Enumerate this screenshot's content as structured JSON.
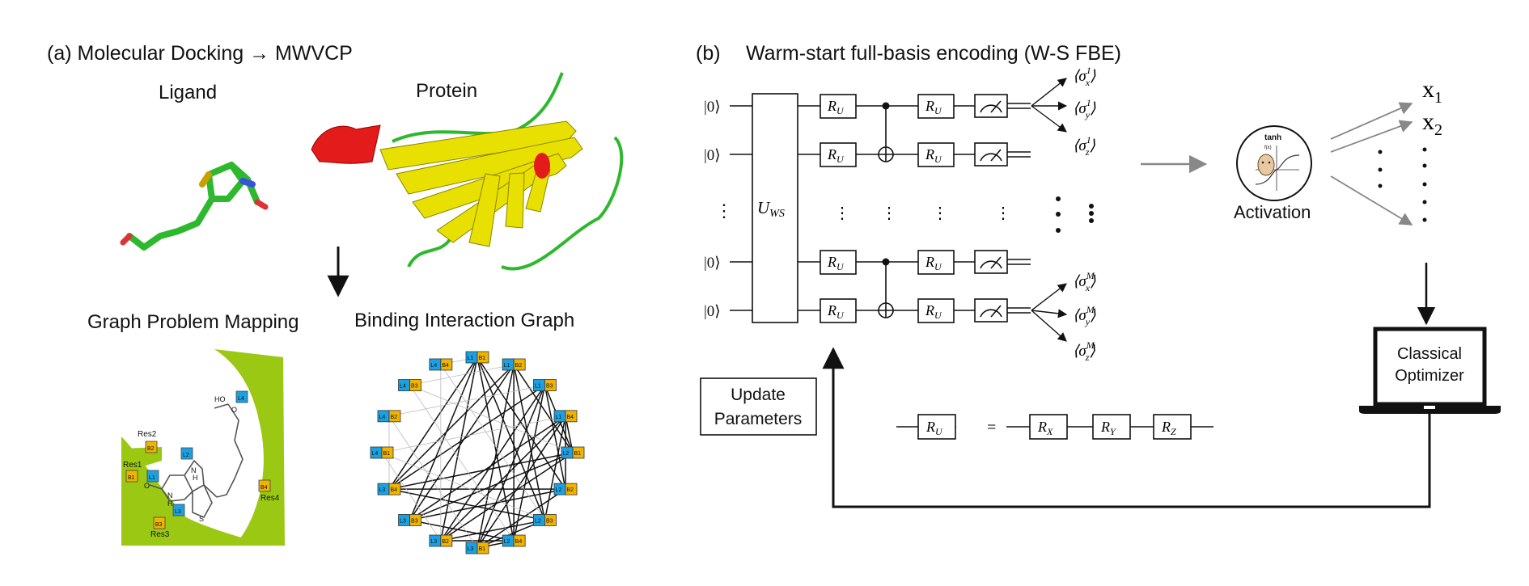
{
  "panel_a": {
    "title": "(a)  Molecular Docking → MWVCP",
    "ligand_label": "Ligand",
    "protein_label": "Protein",
    "graph_mapping_label": "Graph Problem Mapping",
    "binding_graph_label": "Binding Interaction Graph",
    "pocket_residues": [
      "Res2",
      "Res1",
      "Res3",
      "Res4"
    ],
    "pocket_nodes": [
      {
        "l": "L4",
        "b": ""
      },
      {
        "l": "",
        "b": "B2"
      },
      {
        "l": "L2",
        "b": ""
      },
      {
        "l": "L1",
        "b": "B1"
      },
      {
        "l": "L3",
        "b": ""
      },
      {
        "l": "",
        "b": "B3"
      },
      {
        "l": "",
        "b": "B4"
      }
    ],
    "molecule_atoms": [
      "HO",
      "O",
      "N",
      "H",
      "N",
      "H",
      "O",
      "S"
    ],
    "graph_nodes": [
      {
        "l": "L1",
        "b": "B1"
      },
      {
        "l": "L1",
        "b": "B2"
      },
      {
        "l": "L1",
        "b": "B3"
      },
      {
        "l": "L1",
        "b": "B4"
      },
      {
        "l": "L2",
        "b": "B1"
      },
      {
        "l": "L2",
        "b": "B2"
      },
      {
        "l": "L2",
        "b": "B3"
      },
      {
        "l": "L2",
        "b": "B4"
      },
      {
        "l": "L3",
        "b": "B1"
      },
      {
        "l": "L3",
        "b": "B2"
      },
      {
        "l": "L3",
        "b": "B3"
      },
      {
        "l": "L3",
        "b": "B4"
      },
      {
        "l": "L4",
        "b": "B1"
      },
      {
        "l": "L4",
        "b": "B2"
      },
      {
        "l": "L4",
        "b": "B3"
      },
      {
        "l": "L4",
        "b": "B4"
      }
    ],
    "colors": {
      "ligand_node": "#1ba1e2",
      "binding_node": "#f0b400",
      "pocket": "#9bc813",
      "helix": "#e31b1b",
      "sheet": "#e8e000",
      "loop": "#2eb82e"
    }
  },
  "panel_b": {
    "title_tag": "(b)",
    "title": "Warm-start full-basis encoding (W-S FBE)",
    "input_state": "|0⟩",
    "uws_label": "U",
    "uws_sub": "WS",
    "ru_label": "R",
    "ru_sub": "U",
    "vdots": "⋮",
    "outputs_top": [
      {
        "axis": "x",
        "idx": "1"
      },
      {
        "axis": "y",
        "idx": "1"
      },
      {
        "axis": "z",
        "idx": "1"
      }
    ],
    "outputs_bottom": [
      {
        "axis": "x",
        "idx": "M"
      },
      {
        "axis": "y",
        "idx": "M"
      },
      {
        "axis": "z",
        "idx": "M"
      }
    ],
    "activation_label": "Activation",
    "tanh_label": "tanh",
    "fx_label": "f(x)",
    "outputs_x": [
      {
        "sym": "x",
        "sub": "1"
      },
      {
        "sym": "x",
        "sub": "2"
      }
    ],
    "optimizer_lines": [
      "Classical",
      "Optimizer"
    ],
    "update_lines": [
      "Update",
      "Parameters"
    ],
    "decomposition": {
      "lhs": {
        "base": "R",
        "sub": "U"
      },
      "equals": "=",
      "rhs": [
        {
          "base": "R",
          "sub": "X"
        },
        {
          "base": "R",
          "sub": "Y"
        },
        {
          "base": "R",
          "sub": "Z"
        }
      ]
    }
  }
}
